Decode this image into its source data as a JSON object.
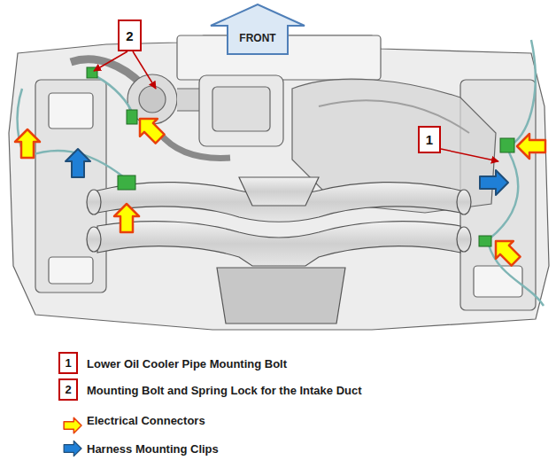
{
  "diagram": {
    "nodes": [
      {
        "text": [
          "FRONT"
        ]
      },
      {
        "text": [
          "2"
        ]
      },
      {
        "text": [
          "1"
        ]
      },
      {
        "text": [
          "1"
        ]
      },
      {
        "text": [
          "2"
        ]
      }
    ],
    "legend": [
      {
        "text": "Lower Oil Cooler Pipe Mounting Bolt"
      },
      {
        "text": "Mounting Bolt and Spring Lock for the Intake Duct"
      },
      {
        "text": "Electrical Connectors"
      },
      {
        "text": "Harness Mounting Clips"
      }
    ]
  }
}
